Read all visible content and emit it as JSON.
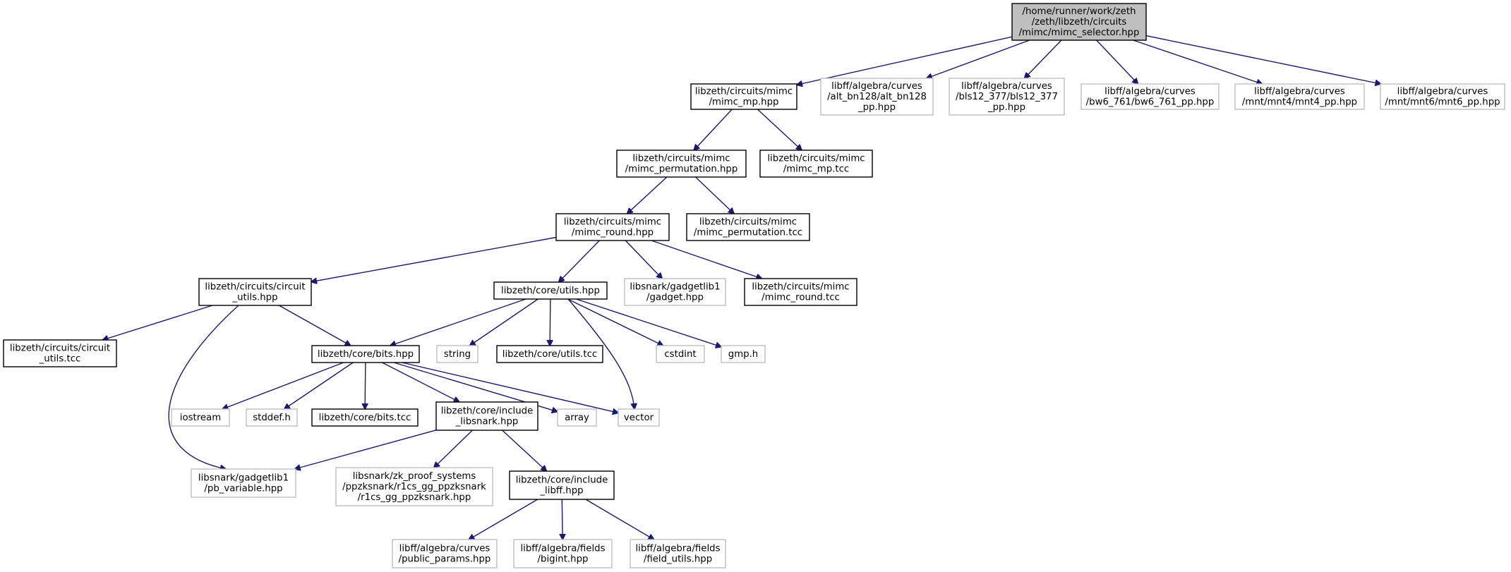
{
  "nodes": [
    {
      "id": "root",
      "lines": [
        "/home/runner/work/zeth",
        "/zeth/libzeth/circuits",
        "/mimc/mimc_selector.hpp"
      ],
      "kind": "root"
    },
    {
      "id": "mimc_mp_hpp",
      "lines": [
        "libzeth/circuits/mimc",
        "/mimc_mp.hpp"
      ],
      "kind": "local"
    },
    {
      "id": "alt_bn128",
      "lines": [
        "libff/algebra/curves",
        "/alt_bn128/alt_bn128",
        "_pp.hpp"
      ],
      "kind": "ext"
    },
    {
      "id": "bls12_377",
      "lines": [
        "libff/algebra/curves",
        "/bls12_377/bls12_377",
        "_pp.hpp"
      ],
      "kind": "ext"
    },
    {
      "id": "bw6_761",
      "lines": [
        "libff/algebra/curves",
        "/bw6_761/bw6_761_pp.hpp"
      ],
      "kind": "ext"
    },
    {
      "id": "mnt4",
      "lines": [
        "libff/algebra/curves",
        "/mnt/mnt4/mnt4_pp.hpp"
      ],
      "kind": "ext"
    },
    {
      "id": "mnt6",
      "lines": [
        "libff/algebra/curves",
        "/mnt/mnt6/mnt6_pp.hpp"
      ],
      "kind": "ext"
    },
    {
      "id": "mimc_permutation_hpp",
      "lines": [
        "libzeth/circuits/mimc",
        "/mimc_permutation.hpp"
      ],
      "kind": "local"
    },
    {
      "id": "mimc_mp_tcc",
      "lines": [
        "libzeth/circuits/mimc",
        "/mimc_mp.tcc"
      ],
      "kind": "local"
    },
    {
      "id": "mimc_round_hpp",
      "lines": [
        "libzeth/circuits/mimc",
        "/mimc_round.hpp"
      ],
      "kind": "local"
    },
    {
      "id": "mimc_permutation_tcc",
      "lines": [
        "libzeth/circuits/mimc",
        "/mimc_permutation.tcc"
      ],
      "kind": "local"
    },
    {
      "id": "circuit_utils_hpp",
      "lines": [
        "libzeth/circuits/circuit",
        "_utils.hpp"
      ],
      "kind": "local"
    },
    {
      "id": "core_utils_hpp",
      "lines": [
        "libzeth/core/utils.hpp"
      ],
      "kind": "local"
    },
    {
      "id": "gadget_hpp",
      "lines": [
        "libsnark/gadgetlib1",
        "/gadget.hpp"
      ],
      "kind": "ext"
    },
    {
      "id": "mimc_round_tcc",
      "lines": [
        "libzeth/circuits/mimc",
        "/mimc_round.tcc"
      ],
      "kind": "local"
    },
    {
      "id": "circuit_utils_tcc",
      "lines": [
        "libzeth/circuits/circuit",
        "_utils.tcc"
      ],
      "kind": "local"
    },
    {
      "id": "bits_hpp",
      "lines": [
        "libzeth/core/bits.hpp"
      ],
      "kind": "local"
    },
    {
      "id": "string",
      "lines": [
        "string"
      ],
      "kind": "ext"
    },
    {
      "id": "utils_tcc",
      "lines": [
        "libzeth/core/utils.tcc"
      ],
      "kind": "local"
    },
    {
      "id": "cstdint",
      "lines": [
        "cstdint"
      ],
      "kind": "ext"
    },
    {
      "id": "gmp_h",
      "lines": [
        "gmp.h"
      ],
      "kind": "ext"
    },
    {
      "id": "iostream",
      "lines": [
        "iostream"
      ],
      "kind": "ext"
    },
    {
      "id": "stddef_h",
      "lines": [
        "stddef.h"
      ],
      "kind": "ext"
    },
    {
      "id": "bits_tcc",
      "lines": [
        "libzeth/core/bits.tcc"
      ],
      "kind": "local"
    },
    {
      "id": "include_libsnark",
      "lines": [
        "libzeth/core/include",
        "_libsnark.hpp"
      ],
      "kind": "local"
    },
    {
      "id": "array",
      "lines": [
        "array"
      ],
      "kind": "ext"
    },
    {
      "id": "vector",
      "lines": [
        "vector"
      ],
      "kind": "ext"
    },
    {
      "id": "pb_variable",
      "lines": [
        "libsnark/gadgetlib1",
        "/pb_variable.hpp"
      ],
      "kind": "ext"
    },
    {
      "id": "r1cs_gg_ppzksnark",
      "lines": [
        "libsnark/zk_proof_systems",
        "/ppzksnark/r1cs_gg_ppzksnark",
        "/r1cs_gg_ppzksnark.hpp"
      ],
      "kind": "ext"
    },
    {
      "id": "include_libff",
      "lines": [
        "libzeth/core/include",
        "_libff.hpp"
      ],
      "kind": "local"
    },
    {
      "id": "public_params",
      "lines": [
        "libff/algebra/curves",
        "/public_params.hpp"
      ],
      "kind": "ext"
    },
    {
      "id": "bigint",
      "lines": [
        "libff/algebra/fields",
        "/bigint.hpp"
      ],
      "kind": "ext"
    },
    {
      "id": "field_utils",
      "lines": [
        "libff/algebra/fields",
        "/field_utils.hpp"
      ],
      "kind": "ext"
    }
  ],
  "edges": [
    [
      "root",
      "mimc_mp_hpp"
    ],
    [
      "root",
      "alt_bn128"
    ],
    [
      "root",
      "bls12_377"
    ],
    [
      "root",
      "bw6_761"
    ],
    [
      "root",
      "mnt4"
    ],
    [
      "root",
      "mnt6"
    ],
    [
      "mimc_mp_hpp",
      "mimc_permutation_hpp"
    ],
    [
      "mimc_mp_hpp",
      "mimc_mp_tcc"
    ],
    [
      "mimc_permutation_hpp",
      "mimc_round_hpp"
    ],
    [
      "mimc_permutation_hpp",
      "mimc_permutation_tcc"
    ],
    [
      "mimc_round_hpp",
      "circuit_utils_hpp"
    ],
    [
      "mimc_round_hpp",
      "core_utils_hpp"
    ],
    [
      "mimc_round_hpp",
      "gadget_hpp"
    ],
    [
      "mimc_round_hpp",
      "mimc_round_tcc"
    ],
    [
      "circuit_utils_hpp",
      "circuit_utils_tcc"
    ],
    [
      "circuit_utils_hpp",
      "bits_hpp"
    ],
    [
      "circuit_utils_hpp",
      "pb_variable"
    ],
    [
      "core_utils_hpp",
      "bits_hpp"
    ],
    [
      "core_utils_hpp",
      "string"
    ],
    [
      "core_utils_hpp",
      "utils_tcc"
    ],
    [
      "core_utils_hpp",
      "cstdint"
    ],
    [
      "core_utils_hpp",
      "gmp_h"
    ],
    [
      "core_utils_hpp",
      "vector"
    ],
    [
      "bits_hpp",
      "iostream"
    ],
    [
      "bits_hpp",
      "stddef_h"
    ],
    [
      "bits_hpp",
      "bits_tcc"
    ],
    [
      "bits_hpp",
      "include_libsnark"
    ],
    [
      "bits_hpp",
      "array"
    ],
    [
      "bits_hpp",
      "vector"
    ],
    [
      "include_libsnark",
      "pb_variable"
    ],
    [
      "include_libsnark",
      "r1cs_gg_ppzksnark"
    ],
    [
      "include_libsnark",
      "include_libff"
    ],
    [
      "include_libff",
      "public_params"
    ],
    [
      "include_libff",
      "bigint"
    ],
    [
      "include_libff",
      "field_utils"
    ]
  ],
  "colors": {
    "edge": "#191970",
    "root_fill": "#bfbfbf",
    "ext_border": "#bfbfbf",
    "local_border": "#000000"
  }
}
